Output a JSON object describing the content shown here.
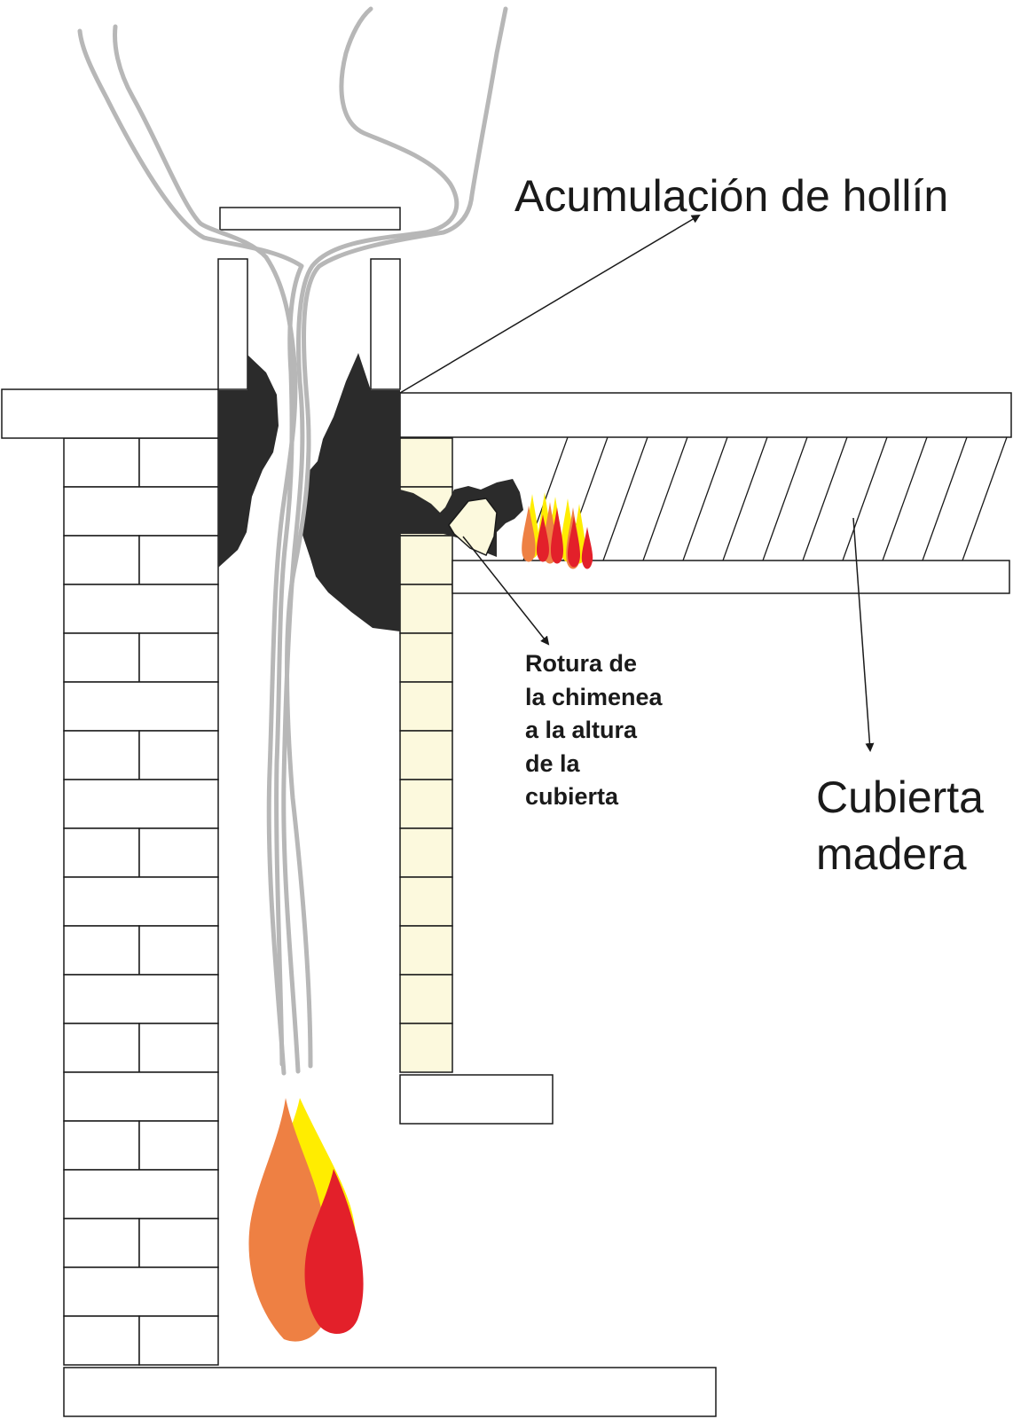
{
  "labels": {
    "soot": "Acumulación de hollín",
    "breakage": [
      "Rotura de",
      "la chimenea",
      "a la altura",
      "de la",
      "cubierta"
    ],
    "roof": [
      "Cubierta",
      "madera"
    ]
  },
  "colors": {
    "soot": "#2b2b2b",
    "smoke": "#b7b7b7",
    "liner": "#fcf9dd",
    "flame_yellow": "#ffed00",
    "flame_orange": "#ee8043",
    "flame_red": "#e3202a",
    "line": "#1a1a1a"
  }
}
